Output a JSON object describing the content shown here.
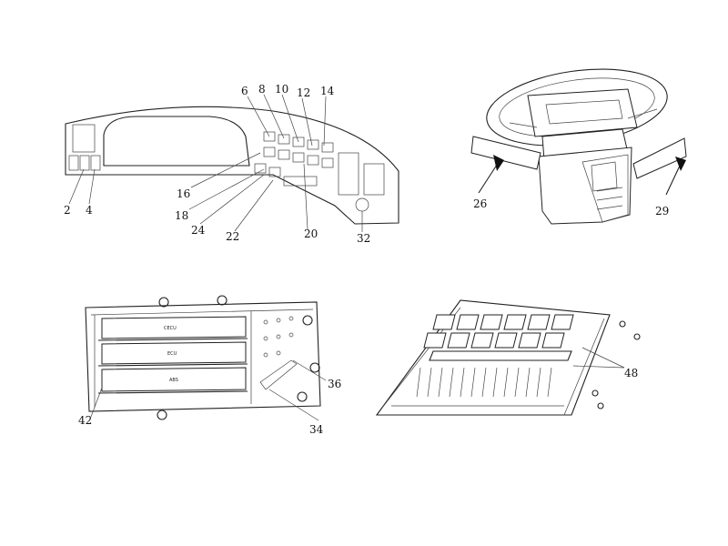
{
  "figures": {
    "dashboard": {
      "refs": [
        "6",
        "8",
        "10",
        "12",
        "14",
        "16",
        "18",
        "24",
        "22",
        "20",
        "32",
        "2",
        "4"
      ]
    },
    "steering": {
      "refs": [
        "26",
        "29"
      ]
    },
    "ecu_rack": {
      "modules": [
        "CECU",
        "ECU",
        "ABS"
      ],
      "refs": [
        "42",
        "36",
        "34"
      ]
    },
    "fuse_board": {
      "refs": [
        "48"
      ]
    }
  }
}
